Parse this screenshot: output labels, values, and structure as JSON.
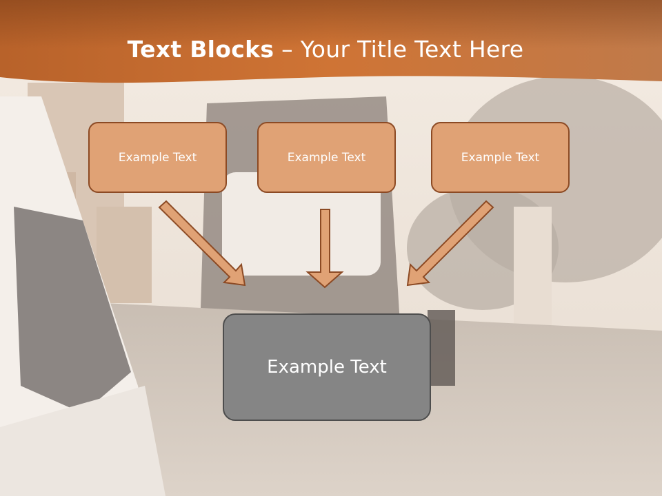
{
  "slide": {
    "title_bold": "Text Blocks",
    "title_dash": " – ",
    "title_rest": "Your Title Text Here",
    "boxes": [
      {
        "label": "Example Text"
      },
      {
        "label": "Example Text"
      },
      {
        "label": "Example Text"
      }
    ],
    "main_box": {
      "label": "Example Text"
    }
  },
  "colors": {
    "header_orange": "#c8692c",
    "box_fill": "#e0a275",
    "box_border": "#8c4a24",
    "main_box_fill": "#858585",
    "main_box_border": "#4d4d4d"
  }
}
